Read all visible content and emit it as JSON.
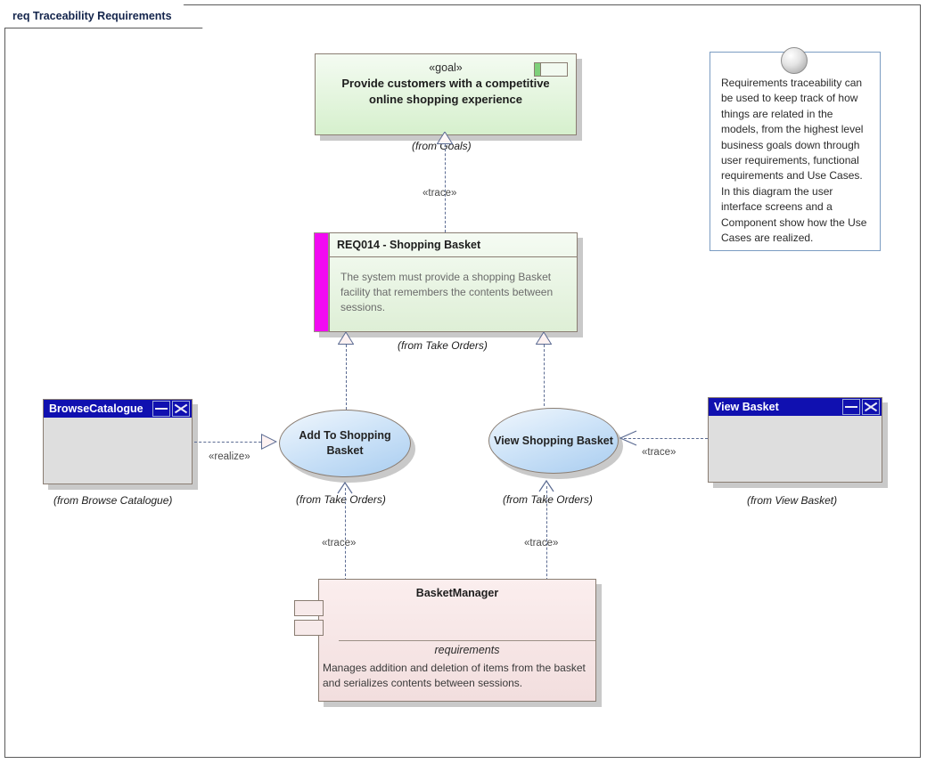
{
  "diagram": {
    "frame_label": "req Traceability Requirements",
    "type": "requirements-traceability-diagram"
  },
  "goal": {
    "stereotype": "«goal»",
    "name": "Provide customers with a competitive online shopping experience",
    "from_label": "(from Goals)",
    "icon": "requirement-icon",
    "fill": "#d6f0cd"
  },
  "requirement": {
    "header": "REQ014 - Shopping Basket",
    "description": "The system must provide a shopping Basket facility that remembers the contents between sessions.",
    "from_label": "(from Take Orders)",
    "bar_color": "#f20af2",
    "fill": "#deefd6"
  },
  "note": {
    "text": "Requirements traceability can be used to keep track of how things are related in the models, from the highest level business goals down through user requirements, functional requirements and Use Cases.  In this diagram the user interface screens and a Component show how the Use Cases are realized.",
    "border": "#7b9cc2"
  },
  "screens": [
    {
      "title": "BrowseCatalogue",
      "from_label": "(from Browse Catalogue)",
      "minimize_icon": "minimize-icon",
      "close_icon": "close-icon",
      "titlebar_color": "#1010b0"
    },
    {
      "title": "View Basket",
      "from_label": "(from View Basket)",
      "minimize_icon": "minimize-icon",
      "close_icon": "close-icon",
      "titlebar_color": "#1010b0"
    }
  ],
  "usecases": [
    {
      "name": "Add To Shopping Basket",
      "from_label": "(from Take Orders)",
      "fill": "#a9cdf0"
    },
    {
      "name": "View Shopping Basket",
      "from_label": "(from Take Orders)",
      "fill": "#a9cdf0"
    }
  ],
  "component": {
    "name": "BasketManager",
    "requirements_label": "requirements",
    "requirements_text": "Manages addition and deletion of items from the basket and serializes contents between sessions.",
    "fill": "#f2dede"
  },
  "connectors": {
    "trace_goal": "«trace»",
    "realize": "«realize»",
    "trace_view_basket": "«trace»",
    "trace_add_component": "«trace»",
    "trace_view_component": "«trace»"
  }
}
